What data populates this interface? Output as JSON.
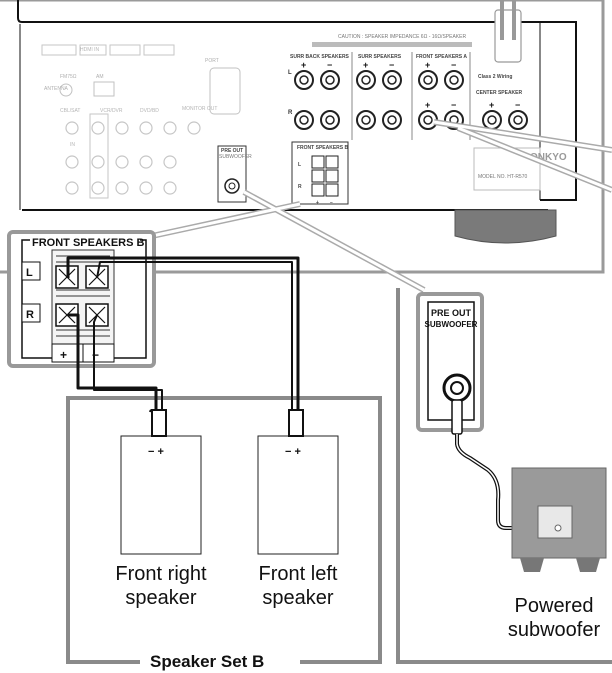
{
  "receiver_panel": {
    "caution_text": "CAUTION : SPEAKER IMPEDANCE 6Ω - 16Ω/SPEAKER",
    "surr_back_label": "SURR BACK SPEAKERS",
    "surr_label": "SURR SPEAKERS",
    "front_a_label": "FRONT SPEAKERS A",
    "center_label": "CENTER SPEAKER",
    "class2_label": "Class 2 Wiring",
    "front_b_label": "FRONT SPEAKERS B",
    "pre_out_label": "PRE OUT",
    "subwoofer_small_label": "SUBWOOFER",
    "brand_label": "ONKYO",
    "model_label": "MODEL NO. HT-R570",
    "fm_label": "FM75Ω",
    "am_label": "AM",
    "antenna_label": "ANTENNA",
    "cbl_sat_label": "CBL/SAT",
    "vcr_dvr_label": "VCR/DVR",
    "dvd_label": "DVD/BD",
    "monitor_out_label": "MONITOR OUT",
    "in_label": "IN",
    "port_label": "PORT",
    "hdmi_in_label": "HDMI IN",
    "plus": "+",
    "minus": "−",
    "ch_l": "L",
    "ch_r": "R"
  },
  "front_b_closeup": {
    "title": "FRONT SPEAKERS B",
    "left_label": "L",
    "right_label": "R",
    "plus": "+",
    "minus": "−"
  },
  "subwoofer_closeup": {
    "label_line1": "PRE OUT",
    "label_line2": "SUBWOOFER"
  },
  "speakers": {
    "right": {
      "terminal_label": "− +",
      "name_line1": "Front right",
      "name_line2": "speaker"
    },
    "left": {
      "terminal_label": "− +",
      "name_line1": "Front left",
      "name_line2": "speaker"
    }
  },
  "speaker_set_title": "Speaker Set B",
  "subwoofer": {
    "name_line1": "Powered",
    "name_line2": "subwoofer"
  }
}
